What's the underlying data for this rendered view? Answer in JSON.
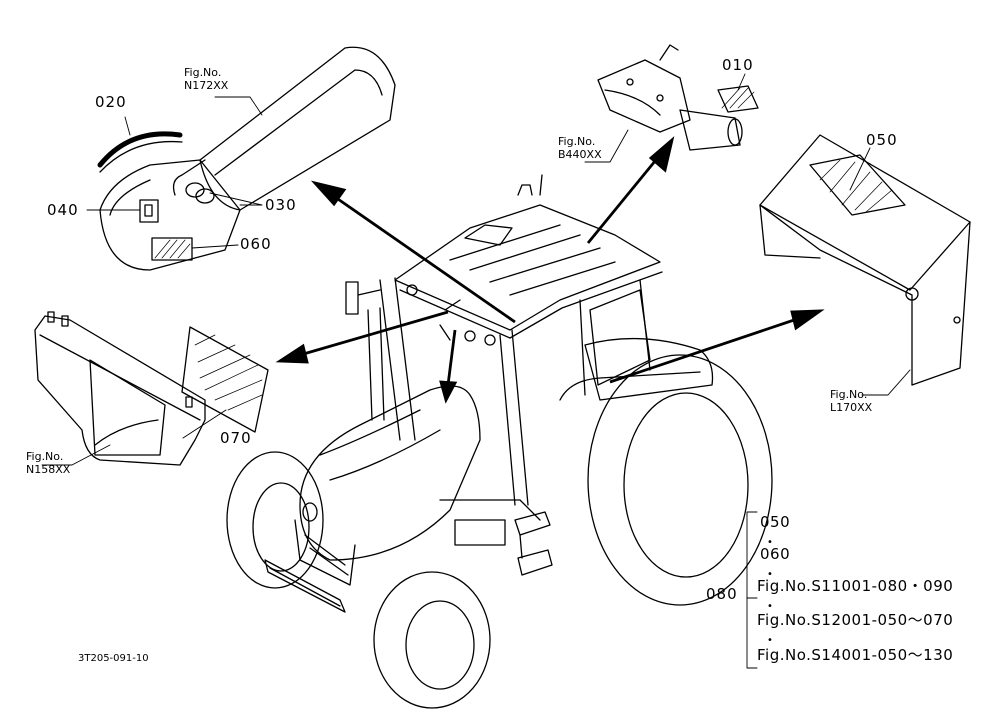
{
  "part_labels": {
    "p010": "010",
    "p020": "020",
    "p030": "030",
    "p040": "040",
    "p050": "050",
    "p060": "060",
    "p070": "070",
    "p080": "080"
  },
  "figure_refs": {
    "n172": {
      "line1": "Fig.No.",
      "line2": "N172XX"
    },
    "b440": {
      "line1": "Fig.No.",
      "line2": "B440XX"
    },
    "l170": {
      "line1": "Fig.No.",
      "line2": "L170XX"
    },
    "n158": {
      "line1": "Fig.No.",
      "line2": "N158XX"
    }
  },
  "group_080": {
    "items": [
      "050",
      "060",
      "Fig.No.S11001-080・090",
      "Fig.No.S12001-050～070",
      "Fig.No.S14001-050～130"
    ]
  },
  "drawing_code": "3T205-091-10"
}
